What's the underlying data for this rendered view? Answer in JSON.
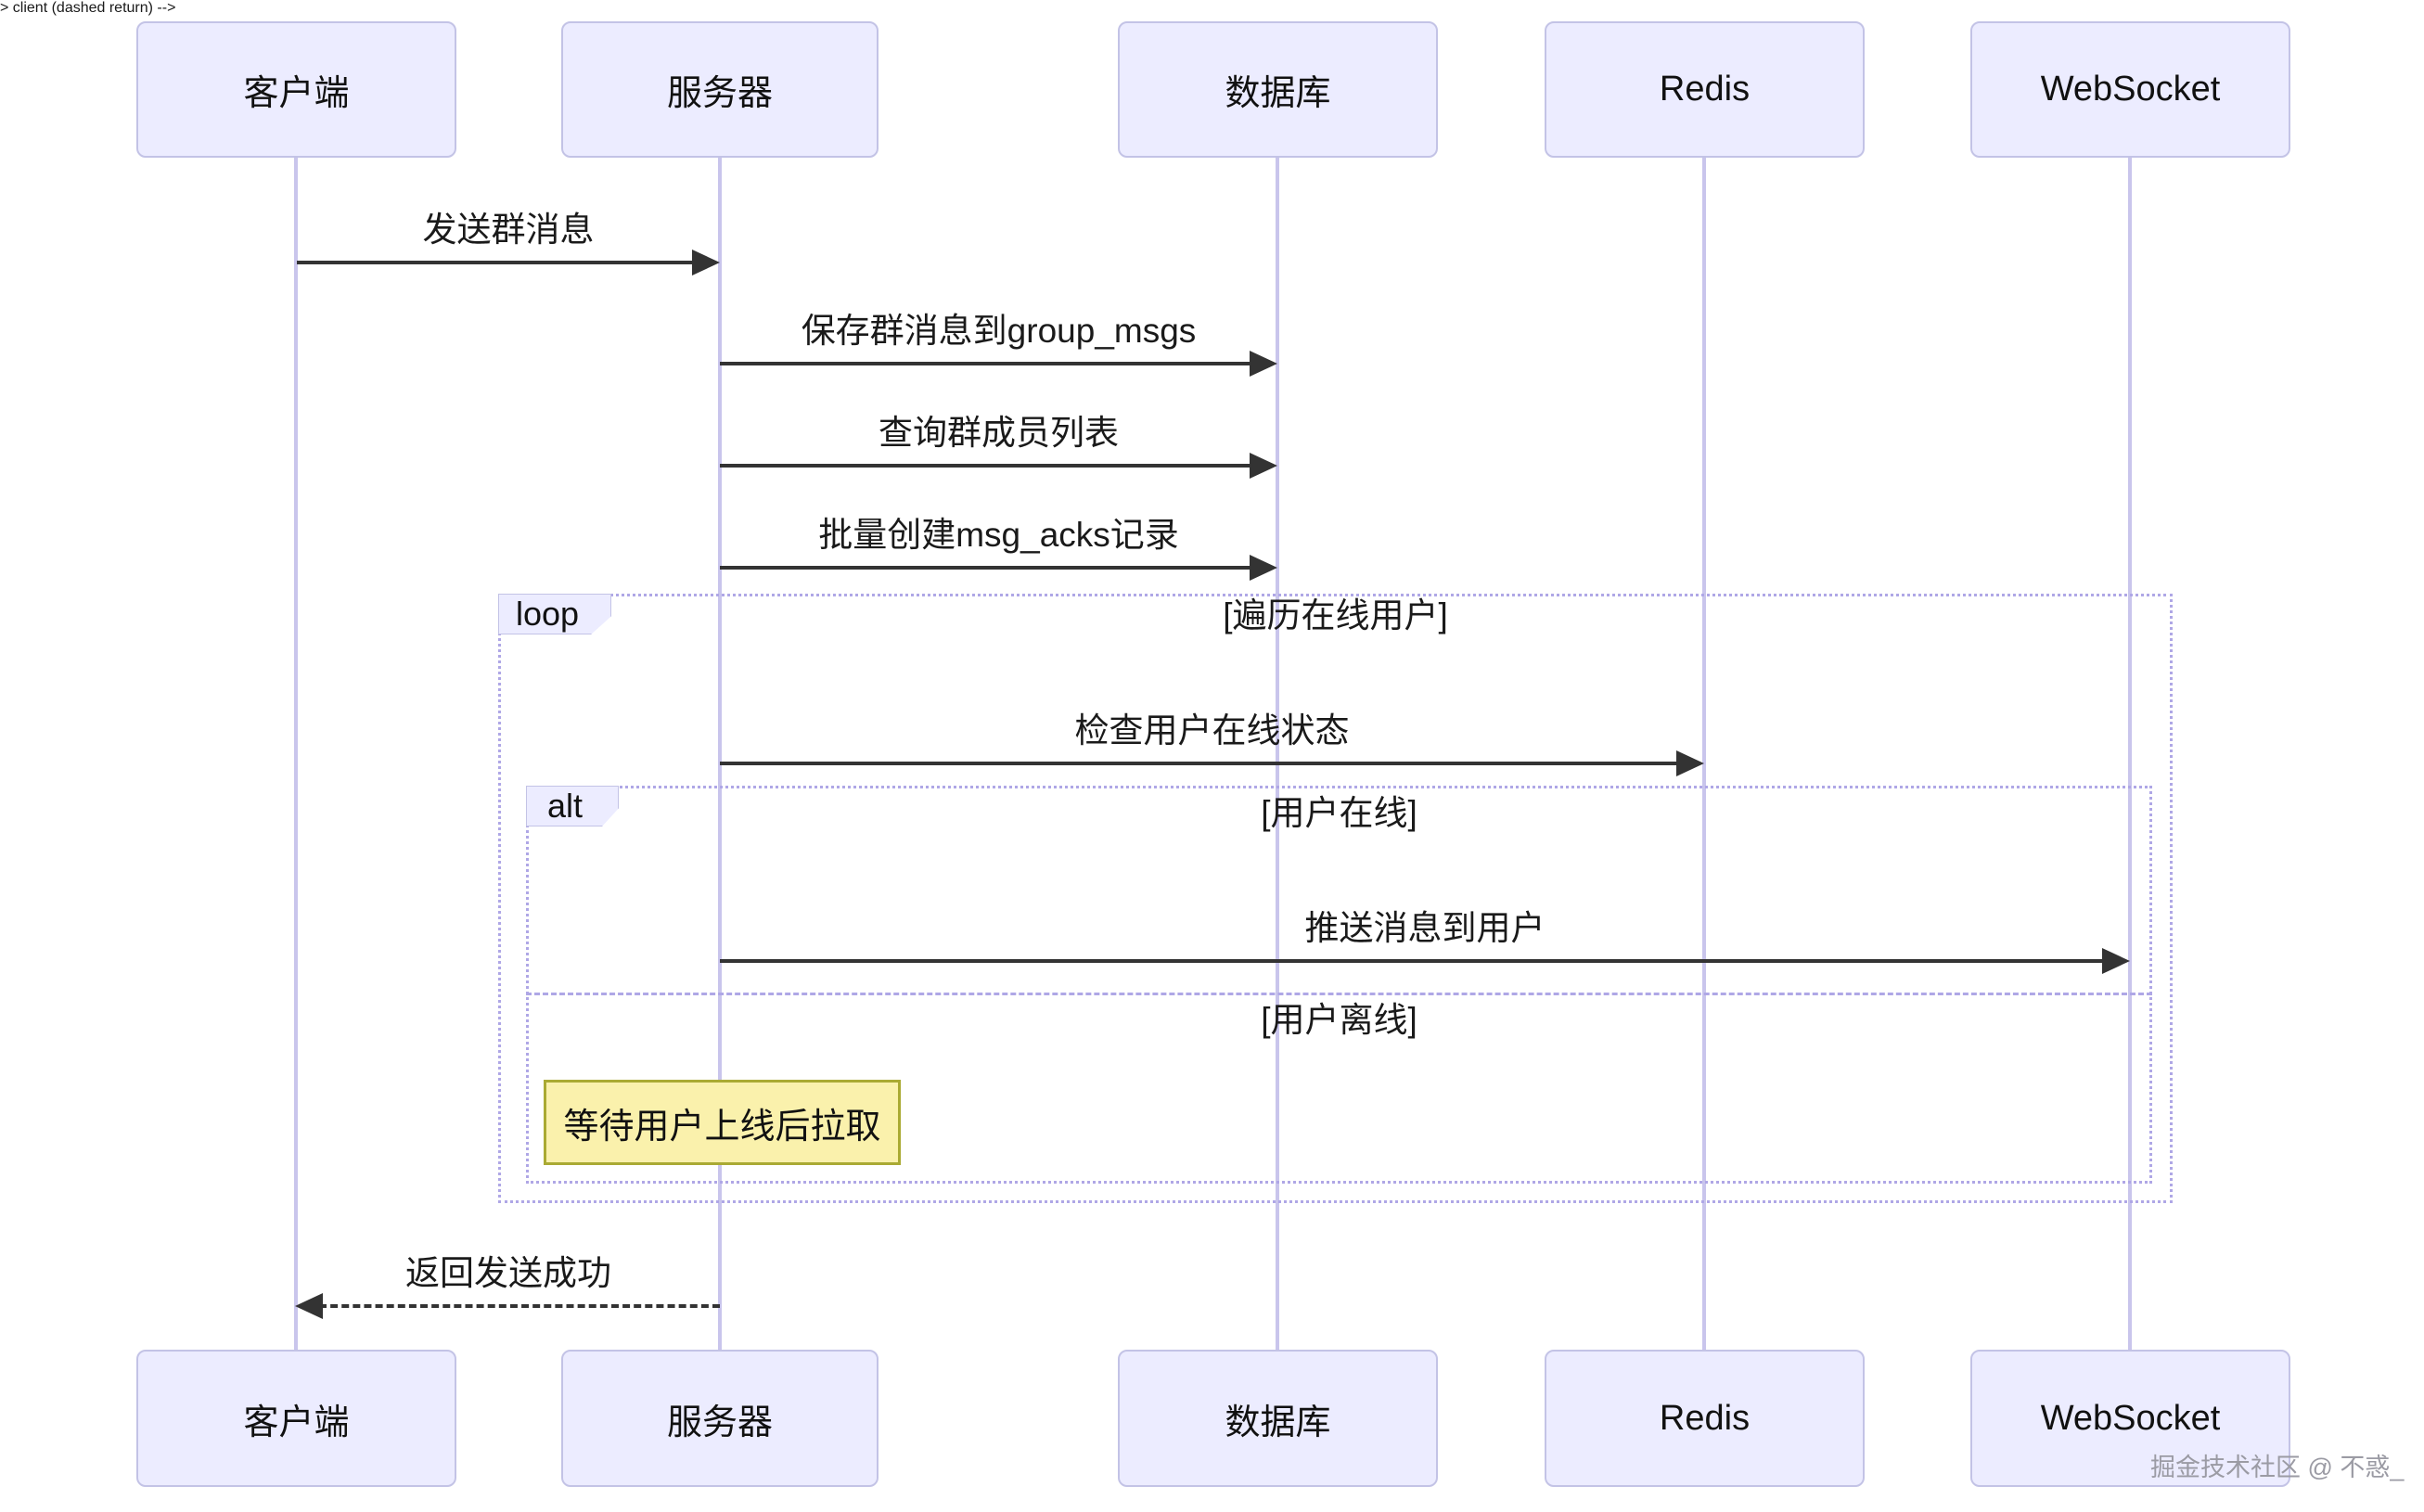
{
  "diagram": {
    "type": "sequence-diagram",
    "participants": [
      {
        "name": "客户端"
      },
      {
        "name": "服务器"
      },
      {
        "name": "数据库"
      },
      {
        "name": "Redis"
      },
      {
        "name": "WebSocket"
      }
    ],
    "messages": [
      {
        "from": "客户端",
        "to": "服务器",
        "label": "发送群消息",
        "line": "solid",
        "direction": "right"
      },
      {
        "from": "服务器",
        "to": "数据库",
        "label": "保存群消息到group_msgs",
        "line": "solid",
        "direction": "right"
      },
      {
        "from": "服务器",
        "to": "数据库",
        "label": "查询群成员列表",
        "line": "solid",
        "direction": "right"
      },
      {
        "from": "服务器",
        "to": "数据库",
        "label": "批量创建msg_acks记录",
        "line": "solid",
        "direction": "right"
      },
      {
        "from": "服务器",
        "to": "Redis",
        "label": "检查用户在线状态",
        "line": "solid",
        "direction": "right"
      },
      {
        "from": "服务器",
        "to": "WebSocket",
        "label": "推送消息到用户",
        "line": "solid",
        "direction": "right"
      },
      {
        "from": "服务器",
        "to": "客户端",
        "label": "返回发送成功",
        "line": "dashed",
        "direction": "left"
      }
    ],
    "fragments": [
      {
        "keyword": "loop",
        "condition": "[遍历在线用户]"
      },
      {
        "keyword": "alt",
        "conditions": [
          "[用户在线]",
          "[用户离线]"
        ]
      }
    ],
    "note": {
      "over": "服务器",
      "text": "等待用户上线后拉取"
    },
    "watermark": "掘金技术社区 @ 不惑_",
    "colors": {
      "participant_fill": "#ECECFF",
      "participant_border": "#C3C3E6",
      "lifeline": "#C9C5EC",
      "fragment_border": "#AFA7E6",
      "arrow": "#333333",
      "note_fill": "#FAF1AC",
      "note_border": "#AAAA33",
      "text": "#1A1A1A",
      "watermark": "#9B9BA4"
    }
  }
}
